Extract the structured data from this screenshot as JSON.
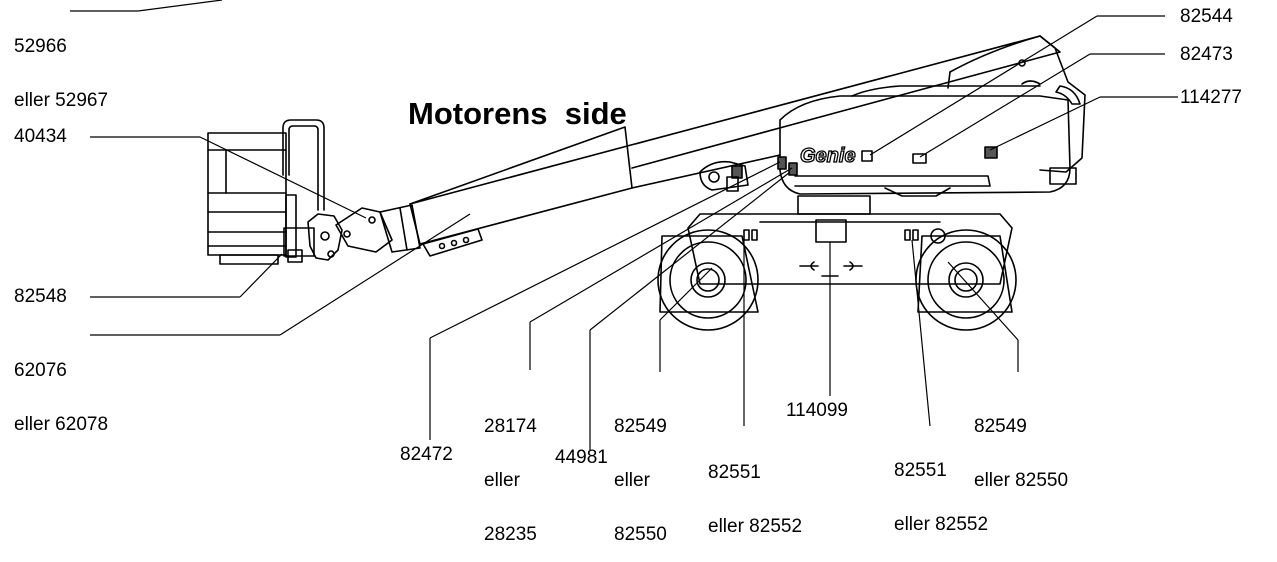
{
  "title": "Motorens  side",
  "brand_logo": "Genie",
  "labels": {
    "l52966": {
      "line1": "52966",
      "line2": "eller 52967"
    },
    "l82544": "82544",
    "l82473": "82473",
    "l114277": "114277",
    "l40434": "40434",
    "l82548": "82548",
    "l62076": {
      "line1": "62076",
      "line2": "eller 62078"
    },
    "l28174": {
      "line1": "28174",
      "line2": "eller",
      "line3": "28235"
    },
    "l82549a": {
      "line1": "82549",
      "line2": "eller",
      "line3": "82550"
    },
    "l114099": "114099",
    "l82549b": {
      "line1": "82549",
      "line2": "eller 82550"
    },
    "l82472": "82472",
    "l44981": "44981",
    "l82551a": {
      "line1": "82551",
      "line2": "eller 82552"
    },
    "l82551b": {
      "line1": "82551",
      "line2": "eller 82552"
    }
  }
}
